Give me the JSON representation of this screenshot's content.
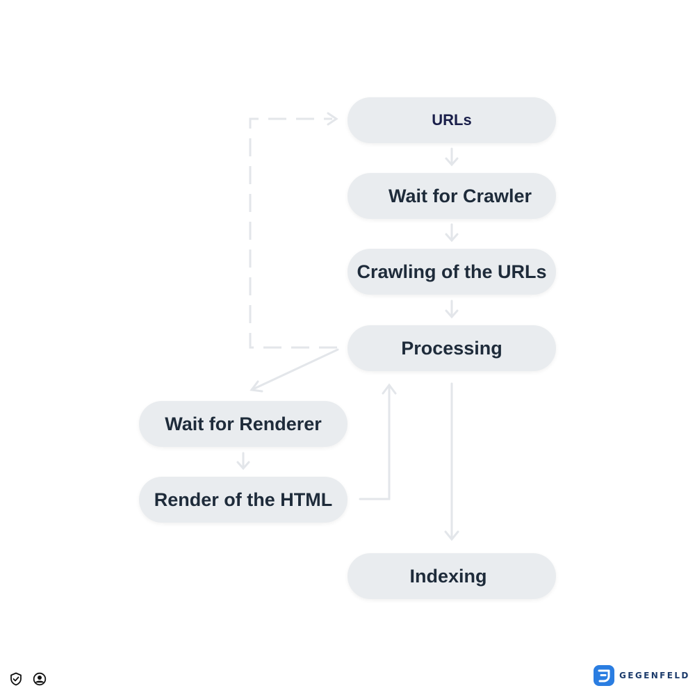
{
  "diagram": {
    "nodes": {
      "urls": "URLs",
      "wait_crawler": "Wait for Crawler",
      "crawling": "Crawling of the URLs",
      "processing": "Processing",
      "wait_renderer": "Wait for Renderer",
      "render_html": "Render of the HTML",
      "indexing": "Indexing"
    },
    "connector_color": "#e3e6ea",
    "node_color": "#e9ecef",
    "text_color": "#1e2b3a"
  },
  "footer": {
    "left_icons": [
      "shield-check-icon",
      "user-circle-icon"
    ],
    "brand_name": "GEGENFELD",
    "brand_color": "#2a7de1"
  }
}
